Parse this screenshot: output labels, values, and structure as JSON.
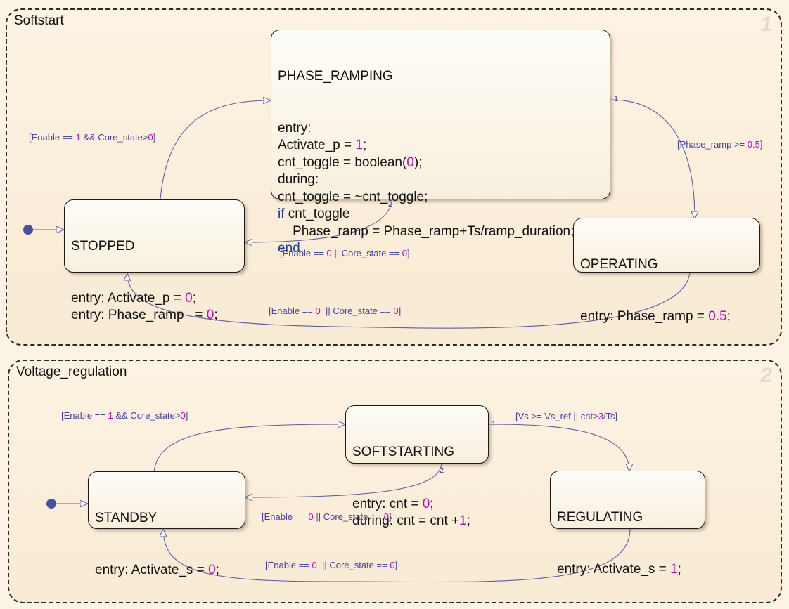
{
  "regions": [
    {
      "title": "Softstart",
      "number": "1"
    },
    {
      "title": "Voltage_regulation",
      "number": "2"
    }
  ],
  "states": {
    "phase_ramping": {
      "name": "PHASE_RAMPING",
      "lines": [
        [
          {
            "t": "entry:"
          }
        ],
        [
          {
            "t": "Activate_p = "
          },
          {
            "t": "1",
            "c": "num"
          },
          {
            "t": ";"
          }
        ],
        [
          {
            "t": "cnt_toggle = boolean("
          },
          {
            "t": "0",
            "c": "num"
          },
          {
            "t": ");"
          }
        ],
        [
          {
            "t": "during:"
          }
        ],
        [
          {
            "t": "cnt_toggle = ~cnt_toggle;"
          }
        ],
        [
          {
            "t": "if",
            "c": "kw"
          },
          {
            "t": " cnt_toggle"
          }
        ],
        [
          {
            "t": "    Phase_ramp = Phase_ramp+Ts/ramp_duration;"
          }
        ],
        [
          {
            "t": "end",
            "c": "kw"
          }
        ]
      ]
    },
    "stopped": {
      "name": "STOPPED",
      "lines": [
        [
          {
            "t": "entry: Activate_p = "
          },
          {
            "t": "0",
            "c": "num"
          },
          {
            "t": ";"
          }
        ],
        [
          {
            "t": "entry: Phase_ramp   = "
          },
          {
            "t": "0",
            "c": "num"
          },
          {
            "t": ";"
          }
        ]
      ]
    },
    "operating": {
      "name": "OPERATING",
      "lines": [
        [
          {
            "t": "entry: Phase_ramp = "
          },
          {
            "t": "0.5",
            "c": "num"
          },
          {
            "t": ";"
          }
        ]
      ]
    },
    "softstarting": {
      "name": "SOFTSTARTING",
      "lines": [
        [
          {
            "t": "entry: cnt = "
          },
          {
            "t": "0",
            "c": "num"
          },
          {
            "t": ";"
          }
        ],
        [
          {
            "t": "during: cnt = cnt +"
          },
          {
            "t": "1",
            "c": "num"
          },
          {
            "t": ";"
          }
        ]
      ]
    },
    "standby": {
      "name": "STANDBY",
      "lines": [
        [
          {
            "t": "entry: Activate_s = "
          },
          {
            "t": "0",
            "c": "num"
          },
          {
            "t": ";"
          }
        ]
      ]
    },
    "regulating": {
      "name": "REGULATING",
      "lines": [
        [
          {
            "t": "entry: Activate_s = "
          },
          {
            "t": "1",
            "c": "num"
          },
          {
            "t": ";"
          }
        ]
      ]
    }
  },
  "transitions": {
    "stopped_to_ramping": [
      {
        "t": "[Enable == "
      },
      {
        "t": "1",
        "c": "num"
      },
      {
        "t": " && Core_state>"
      },
      {
        "t": "0",
        "c": "num"
      },
      {
        "t": "]"
      }
    ],
    "ramping_to_operating": [
      {
        "t": "[Phase_ramp >= "
      },
      {
        "t": "0.5",
        "c": "num"
      },
      {
        "t": "]"
      }
    ],
    "ramping_to_stopped": [
      {
        "t": "[Enable == "
      },
      {
        "t": "0",
        "c": "num"
      },
      {
        "t": " || Core_state == "
      },
      {
        "t": "0",
        "c": "num"
      },
      {
        "t": "]"
      }
    ],
    "operating_to_stopped": [
      {
        "t": "[Enable == "
      },
      {
        "t": "0",
        "c": "num"
      },
      {
        "t": "  || Core_state == "
      },
      {
        "t": "0",
        "c": "num"
      },
      {
        "t": "]"
      }
    ],
    "standby_to_softstarting": [
      {
        "t": "[Enable == "
      },
      {
        "t": "1",
        "c": "num"
      },
      {
        "t": " && Core_state>"
      },
      {
        "t": "0",
        "c": "num"
      },
      {
        "t": "]"
      }
    ],
    "softstarting_to_regulating": [
      {
        "t": "[Vs >= Vs_ref || cnt>"
      },
      {
        "t": "3",
        "c": "num"
      },
      {
        "t": "/Ts]"
      }
    ],
    "softstarting_to_standby": [
      {
        "t": "[Enable == "
      },
      {
        "t": "0",
        "c": "num"
      },
      {
        "t": " || Core_state == "
      },
      {
        "t": "0",
        "c": "num"
      },
      {
        "t": "]"
      }
    ],
    "regulating_to_standby": [
      {
        "t": "[Enable == "
      },
      {
        "t": "0",
        "c": "num"
      },
      {
        "t": "  || Core_state == "
      },
      {
        "t": "0",
        "c": "num"
      },
      {
        "t": "]"
      }
    ]
  },
  "priorities": {
    "ramping_p1": "1",
    "ramping_p2": "2",
    "softstarting_p1": "1",
    "softstarting_p2": "2"
  },
  "colors": {
    "wire": "#5b5fa8",
    "number": "#c800c8",
    "keyword": "#1a3e96",
    "junction": "#4a4fa0"
  }
}
